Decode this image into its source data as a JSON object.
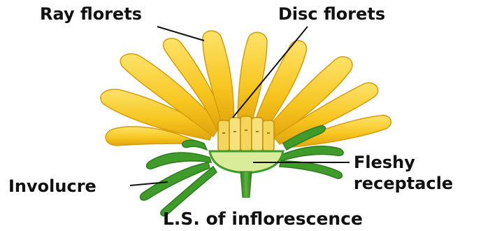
{
  "labels": {
    "ray_florets": "Ray florets",
    "disc_florets": "Disc florets",
    "involucre": "Involucre",
    "fleshy": "Fleshy",
    "receptacle": "receptacle",
    "caption": "L.S. of inflorescence"
  },
  "colors": {
    "petal": "#f7c51e",
    "petal_light": "#fbdc52",
    "petal_dark": "#d99c08",
    "disc": "#f2d75c",
    "disc_outline": "#c8900a",
    "bract": "#3f9b2a",
    "bract_dark": "#2c7d1d",
    "receptacle": "#d9ec9a",
    "text": "#111111"
  }
}
